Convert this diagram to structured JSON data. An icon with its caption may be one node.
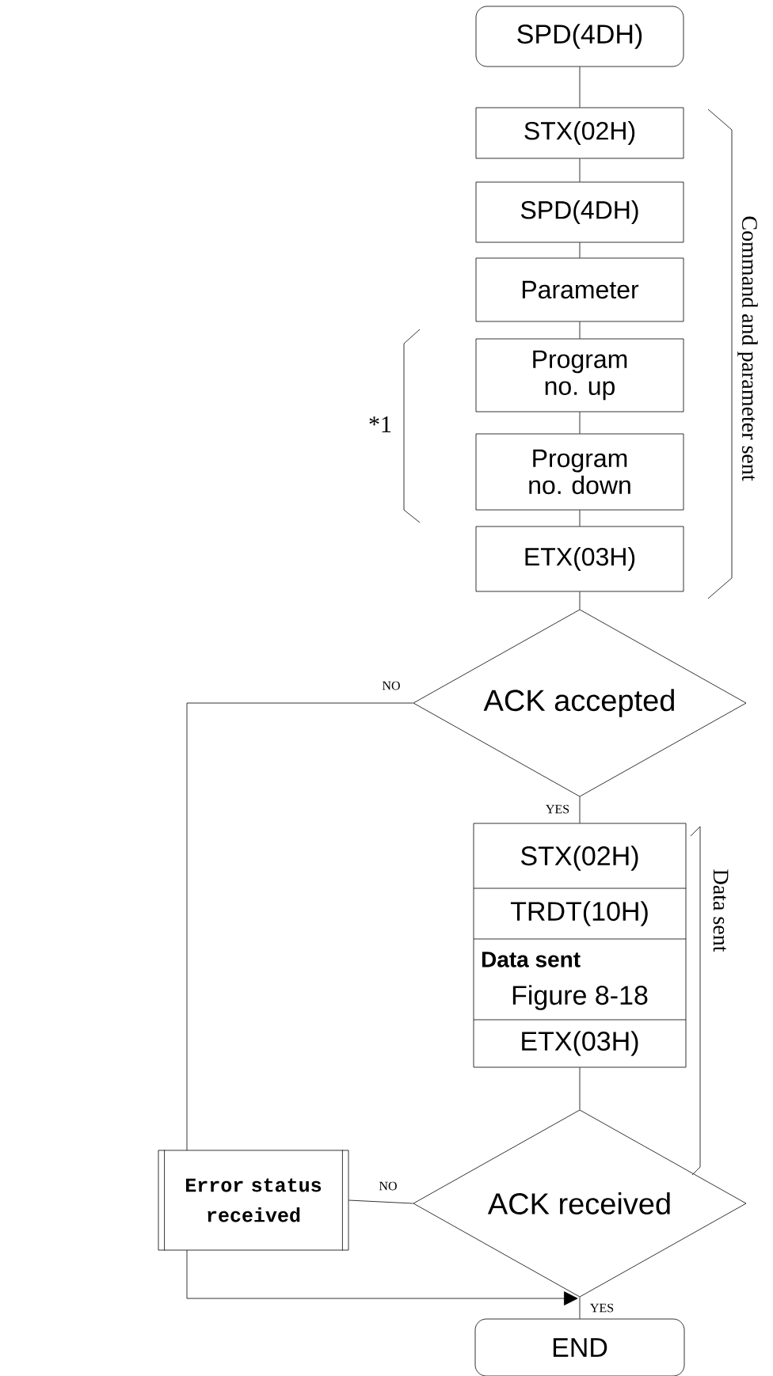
{
  "diagram": {
    "nodes": [
      {
        "text": [
          "SPD(4DH)"
        ]
      },
      {
        "text": [
          "STX(02H)"
        ]
      },
      {
        "text": [
          "SPD(4DH)"
        ]
      },
      {
        "text": [
          "Parameter"
        ]
      },
      {
        "text": [
          "Program no. up"
        ]
      },
      {
        "text": [
          "Program no. down"
        ]
      },
      {
        "text": [
          "ETX(03H)"
        ]
      },
      {
        "text": [
          "ACK accepted"
        ]
      },
      {
        "text": [
          "STX(02H)",
          "TRDT(10H)",
          "Data sent",
          "Figure 8-18",
          "ETX(03H)"
        ]
      },
      {
        "text": [
          "ACK received"
        ]
      },
      {
        "text": [
          "Error status received"
        ]
      },
      {
        "text": [
          "END"
        ]
      }
    ],
    "edges": [
      {
        "from": 0,
        "to": 1,
        "arrow": "none"
      },
      {
        "from": 1,
        "to": 2,
        "arrow": "none"
      },
      {
        "from": 2,
        "to": 3,
        "arrow": "none"
      },
      {
        "from": 3,
        "to": 4,
        "arrow": "none"
      },
      {
        "from": 4,
        "to": 5,
        "arrow": "none"
      },
      {
        "from": 5,
        "to": 6,
        "arrow": "none"
      },
      {
        "from": 6,
        "to": 7,
        "arrow": "none"
      },
      {
        "from": 7,
        "to": 10,
        "label": "NO",
        "arrow": "none"
      },
      {
        "from": 7,
        "to": 8,
        "label": "YES",
        "arrow": "none"
      },
      {
        "from": 8,
        "to": 9,
        "arrow": "none"
      },
      {
        "from": 9,
        "to": 10,
        "label": "NO",
        "arrow": "none"
      },
      {
        "from": 9,
        "to": 11,
        "label": "YES",
        "arrow": "none"
      },
      {
        "from": 10,
        "to": 11,
        "arrow": "to"
      }
    ],
    "labels": [
      "*1",
      "Command and parameter sent",
      "Data sent"
    ]
  }
}
